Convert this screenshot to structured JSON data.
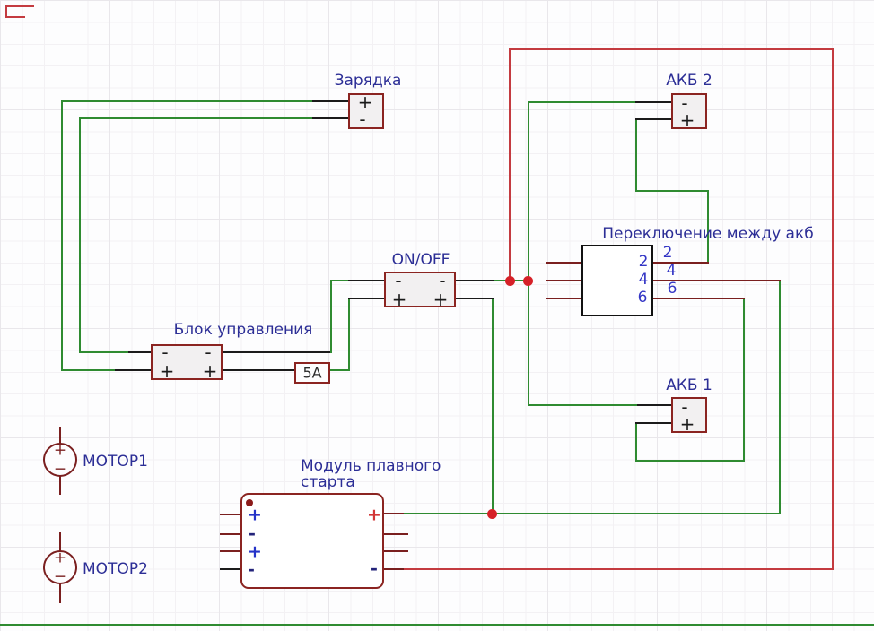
{
  "diagram_language": "Russian",
  "colors": {
    "wire_green": "#2f8b31",
    "wire_red": "#c43b40",
    "wire_dark_red": "#7a1f1f",
    "wire_black": "#1b1b1b",
    "junction_dot": "#d62128",
    "component_border": "#8b2421",
    "label_blue": "#2c2e96",
    "pin_number_blue": "#3335c5"
  },
  "components": {
    "charger": {
      "label": "Зарядка",
      "pin_top": "+",
      "pin_bottom": "-"
    },
    "battery2": {
      "label": "АКБ 2",
      "pin_top": "-",
      "pin_bottom": "+"
    },
    "battery1": {
      "label": "АКБ 1",
      "pin_top": "-",
      "pin_bottom": "+"
    },
    "onoff": {
      "label": "ON/OFF",
      "pin_tl": "-",
      "pin_tr": "-",
      "pin_bl": "+",
      "pin_br": "+"
    },
    "control_unit": {
      "label": "Блок управления",
      "pin_tl": "-",
      "pin_tr": "-",
      "pin_bl": "+",
      "pin_br": "+"
    },
    "fuse": {
      "label": "5А"
    },
    "battery_switch": {
      "label": "Переключение между акб",
      "inner_pins": [
        "2",
        "4",
        "6"
      ],
      "outer_pins": [
        "2",
        "4",
        "6"
      ]
    },
    "soft_start": {
      "label_line1": "Модуль плавного",
      "label_line2": "старта",
      "left_pins": [
        "+",
        "-",
        "+",
        "-"
      ],
      "right_pin_top": "+",
      "right_pin_bottom": "-"
    },
    "motor1": {
      "label": "МОТОР1",
      "plus": "+",
      "minus": "−"
    },
    "motor2": {
      "label": "МОТОР2",
      "plus": "+",
      "minus": "−"
    }
  }
}
